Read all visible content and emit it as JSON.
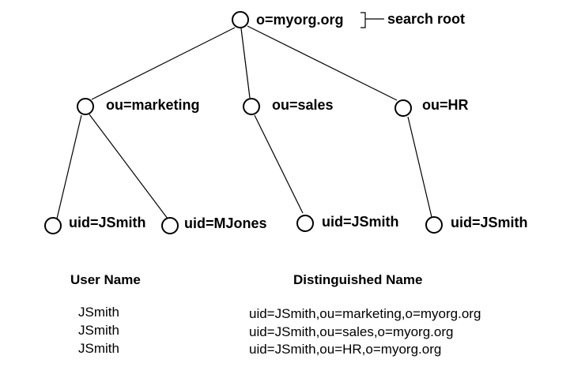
{
  "tree": {
    "root": {
      "label": "o=myorg.org",
      "annotation": "search root"
    },
    "ous": [
      {
        "label": "ou=marketing"
      },
      {
        "label": "ou=sales"
      },
      {
        "label": "ou=HR"
      }
    ],
    "leaves": [
      {
        "label": "uid=JSmith"
      },
      {
        "label": "uid=MJones"
      },
      {
        "label": "uid=JSmith"
      },
      {
        "label": "uid=JSmith"
      }
    ]
  },
  "table": {
    "headers": {
      "user_name": "User Name",
      "distinguished_name": "Distinguished Name"
    },
    "rows": [
      {
        "user_name": "JSmith",
        "dn": "uid=JSmith,ou=marketing,o=myorg.org"
      },
      {
        "user_name": "JSmith",
        "dn": "uid=JSmith,ou=sales,o=myorg.org"
      },
      {
        "user_name": "JSmith",
        "dn": "uid=JSmith,ou=HR,o=myorg.org"
      }
    ]
  }
}
